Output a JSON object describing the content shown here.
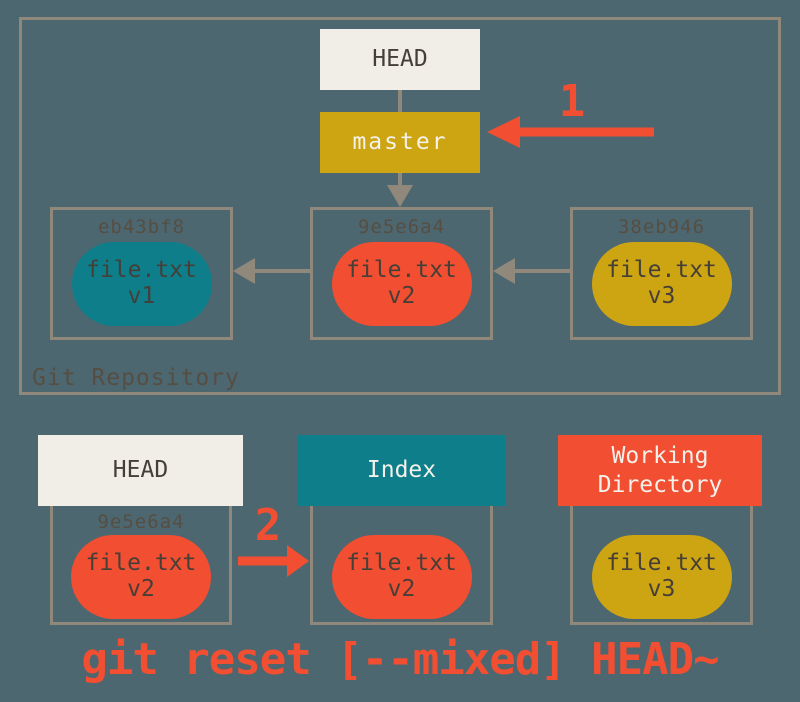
{
  "caption": "git reset [--mixed] HEAD~",
  "colors": {
    "background": "#4d6770",
    "frame_border": "#91887c",
    "offwhite": "#f0eee6",
    "gold": "#cda412",
    "teal": "#0e7e8a",
    "red": "#f14e32",
    "dark_text": "#453f38",
    "hash_text": "#564e42",
    "light_text": "#f4f1ea"
  },
  "repo": {
    "label": "Git Repository",
    "head_label": "HEAD",
    "branch_label": "master",
    "commits": [
      {
        "hash": "eb43bf8",
        "file": "file.txt",
        "version": "v1"
      },
      {
        "hash": "9e5e6a4",
        "file": "file.txt",
        "version": "v2"
      },
      {
        "hash": "38eb946",
        "file": "file.txt",
        "version": "v3"
      }
    ]
  },
  "areas": {
    "head": {
      "label": "HEAD",
      "hash": "9e5e6a4",
      "file": "file.txt",
      "version": "v2"
    },
    "index": {
      "label": "Index",
      "file": "file.txt",
      "version": "v2"
    },
    "working_directory": {
      "label": "Working Directory",
      "file": "file.txt",
      "version": "v3"
    }
  },
  "steps": [
    {
      "label": "1"
    },
    {
      "label": "2"
    }
  ]
}
